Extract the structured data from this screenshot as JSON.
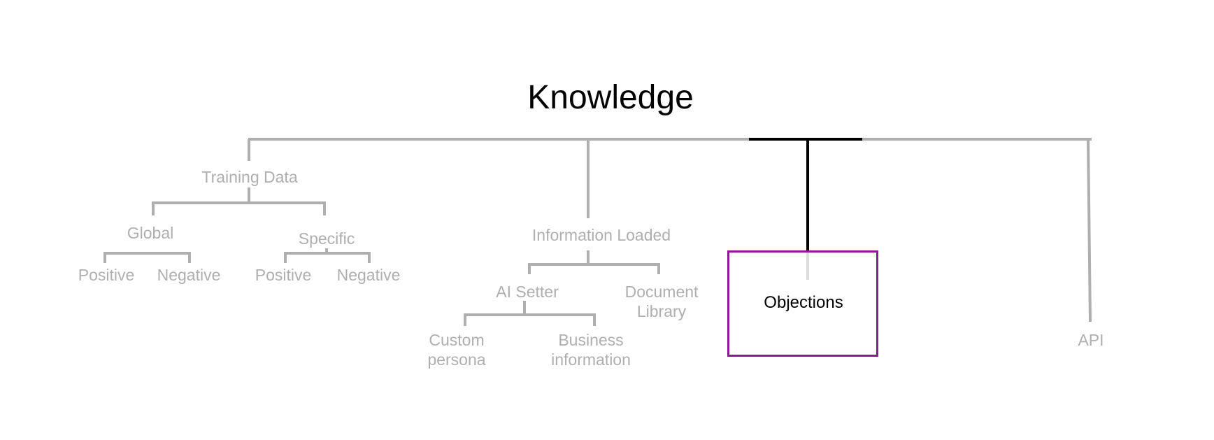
{
  "colors": {
    "dim": "#AFAFAF",
    "active": "#000000",
    "highlight_border": "#8B1A97",
    "stub": "#DCDCDC"
  },
  "tree": {
    "root": "Knowledge",
    "training_data": "Training Data",
    "global": "Global",
    "specific": "Specific",
    "global_positive": "Positive",
    "global_negative": "Negative",
    "specific_positive": "Positive",
    "specific_negative": "Negative",
    "information_loaded": "Information Loaded",
    "ai_setter": "AI Setter",
    "document_library": "Document\nLibrary",
    "custom_persona": "Custom\npersona",
    "business_information": "Business\ninformation",
    "objections": "Objections",
    "api": "API"
  }
}
